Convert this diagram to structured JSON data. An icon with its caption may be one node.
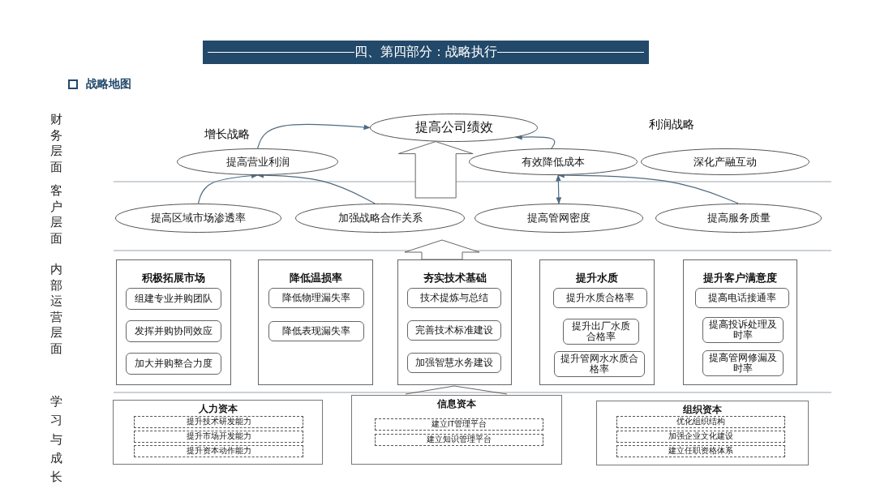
{
  "diagram": {
    "title": "四、第四部分：战略执行",
    "nodes": [
      {
        "text": [
          "提高公司绩效"
        ]
      },
      {
        "text": [
          "提高营业利润"
        ]
      },
      {
        "text": [
          "有效降低成本"
        ]
      },
      {
        "text": [
          "深化产融互动"
        ]
      },
      {
        "text": [
          "提高区域市场渗透率"
        ]
      },
      {
        "text": [
          "加强战略合作关系"
        ]
      },
      {
        "text": [
          "提高管网密度"
        ]
      },
      {
        "text": [
          "提高服务质量"
        ]
      },
      {
        "text": [
          "积极拓展市场"
        ]
      },
      {
        "text": [
          "组建专业并购团队"
        ],
        "in": 8
      },
      {
        "text": [
          "发挥并购协同效应"
        ],
        "in": 8
      },
      {
        "text": [
          "加大并购整合力度"
        ],
        "in": 8
      },
      {
        "text": [
          "降低温损率"
        ]
      },
      {
        "text": [
          "降低物理漏失率"
        ],
        "in": 12
      },
      {
        "text": [
          "降低表现漏失率"
        ],
        "in": 12
      },
      {
        "text": [
          "夯实技术基础"
        ]
      },
      {
        "text": [
          "技术提炼与总结"
        ],
        "in": 15
      },
      {
        "text": [
          "完善技术标准建设"
        ],
        "in": 15
      },
      {
        "text": [
          "加强智慧水务建设"
        ],
        "in": 15
      },
      {
        "text": [
          "提升水质"
        ]
      },
      {
        "text": [
          "提升水质合格率"
        ],
        "in": 19
      },
      {
        "text": [
          "提升出厂水质合格率"
        ],
        "in": 19
      },
      {
        "text": [
          "提升管网水水质合格率"
        ],
        "in": 19
      },
      {
        "text": [
          "提升客户满意度"
        ]
      },
      {
        "text": [
          "提高电话接通率"
        ],
        "in": 23
      },
      {
        "text": [
          "提高投诉处理及时率"
        ],
        "in": 23
      },
      {
        "text": [
          "提高管网修漏及时率"
        ],
        "in": 23
      },
      {
        "text": [
          "人力资本"
        ]
      },
      {
        "text": [
          "提升技术研发能力"
        ],
        "in": 27
      },
      {
        "text": [
          "提升市场开发能力"
        ],
        "in": 27
      },
      {
        "text": [
          "提升资本动作能力"
        ],
        "in": 27
      },
      {
        "text": [
          "信息资本"
        ]
      },
      {
        "text": [
          "建立IT管理平台"
        ],
        "in": 31
      },
      {
        "text": [
          "建立知识管理平台"
        ],
        "in": 31
      },
      {
        "text": [
          "组织资本"
        ]
      },
      {
        "text": [
          "优化组织结构"
        ],
        "in": 34
      },
      {
        "text": [
          "加强企业文化建设"
        ],
        "in": 34
      },
      {
        "text": [
          "建立任职资格体系"
        ],
        "in": 34
      }
    ],
    "edges": [
      {
        "from": 1,
        "to": 0,
        "arrow": "to"
      },
      {
        "from": 2,
        "to": 0,
        "arrow": "to"
      },
      {
        "from": 4,
        "to": 1,
        "arrow": "to"
      },
      {
        "from": 5,
        "to": 1,
        "arrow": "to"
      },
      {
        "from": 6,
        "to": 2,
        "arrow": "both"
      },
      {
        "from": 7,
        "to": 2,
        "arrow": "to"
      },
      {
        "from": null,
        "to": 0,
        "arrow": "to",
        "style": "thick"
      },
      {
        "from": 15,
        "to": null,
        "arrow": "to",
        "style": "thick"
      }
    ],
    "labels": [
      "战略地图",
      "增长战略",
      "利润战略",
      "财务层面",
      "客户层面",
      "内部运营层面",
      "学习与成长"
    ]
  }
}
